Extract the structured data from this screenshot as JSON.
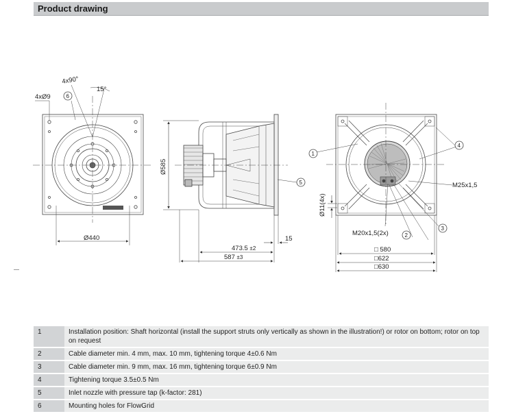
{
  "header": {
    "title": "Product drawing"
  },
  "drawing": {
    "left_view": {
      "hole_label": "4xØ9",
      "callout_6": "6",
      "angle_label": "4x90°",
      "angle_15": "15°",
      "dia_label": "Ø440"
    },
    "side_view": {
      "dia_label": "Ø585",
      "callout_5": "5",
      "dim_473": "473.5",
      "dim_473_tol": "±2",
      "dim_587": "587",
      "dim_587_tol": "±3",
      "dim_15": "15"
    },
    "right_view": {
      "callout_1": "1",
      "callout_4": "4",
      "callout_2": "2",
      "callout_3": "3",
      "m25_label": "M25x1,5",
      "m20_label": "M20x1,5(2x)",
      "d11_label": "Ø11(4x)",
      "dim_580": "□ 580",
      "dim_622": "□622",
      "dim_630": "□630"
    }
  },
  "legend": [
    {
      "num": "1",
      "text": "Installation position: Shaft horizontal (install the support struts only vertically as shown in the illustration!) or rotor on bottom; rotor on top on request"
    },
    {
      "num": "2",
      "text": "Cable diameter min. 4 mm, max. 10 mm, tightening torque 4±0.6 Nm"
    },
    {
      "num": "3",
      "text": "Cable diameter min. 9 mm, max. 16 mm, tightening torque 6±0.9 Nm"
    },
    {
      "num": "4",
      "text": "Tightening torque 3.5±0.5 Nm"
    },
    {
      "num": "5",
      "text": "Inlet nozzle with pressure tap (k-factor: 281)"
    },
    {
      "num": "6",
      "text": "Mounting holes for FlowGrid"
    }
  ]
}
